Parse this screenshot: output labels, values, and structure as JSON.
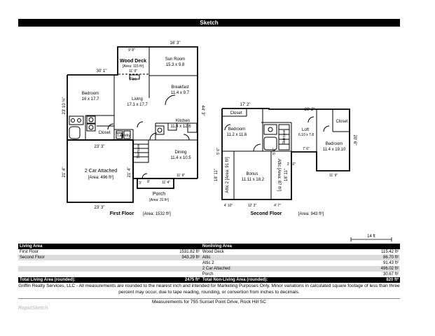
{
  "header": {
    "title": "Sketch"
  },
  "first_floor": {
    "label": "First Floor",
    "area": "[Area: 1532 ft²]",
    "rooms": {
      "wood_deck": {
        "name": "Wood Deck",
        "area": "[Area: 115 ft²]",
        "dim_top": "9' 8\"",
        "dim_bottom": "11' 9\""
      },
      "sun_room": {
        "name": "Sun Room",
        "size": "15.3 x 9.8"
      },
      "bedroom": {
        "name": "Bedroom",
        "size": "16 x 17.7"
      },
      "living": {
        "name": "Living",
        "size": "17.1 x 17.7"
      },
      "breakfast": {
        "name": "Breakfast",
        "size": "11.4 x 9.7"
      },
      "kitchen": {
        "name": "Kitchen",
        "size": "11.4 x 12.6"
      },
      "dining": {
        "name": "Dining",
        "size": "11.4 x 10.5"
      },
      "closet": {
        "name": "Closet"
      },
      "laundry": {
        "name": "Laundry"
      },
      "fire": {
        "name": "Fire"
      },
      "staircase": {
        "name": "Staircase"
      },
      "garage": {
        "name": "2 Car Attached",
        "area": "[Area: 496 ft²]"
      },
      "porch": {
        "name": "Porch",
        "area": "[Area: 31 ft²]"
      }
    },
    "dims": {
      "top": "16' 3\"",
      "left_top": "30' 1\"",
      "right": "44' 3\"",
      "left_side": "23' 10 ½\"",
      "garage_top": "23' 3\"",
      "garage_bottom": "23' 3\"",
      "garage_left": "21' 4\"",
      "garage_right": "21' 4\"",
      "dining_bottom": "11' 9\"",
      "porch_left": "3'",
      "porch_mid": "8'",
      "porch_right": "11' 4\""
    }
  },
  "second_floor": {
    "label": "Second Floor",
    "area": "[Area: 943 ft²]",
    "rooms": {
      "closet_left": {
        "name": "Closet"
      },
      "bedroom_left": {
        "name": "Bedroom",
        "size": "11.2 x 11.6"
      },
      "loft": {
        "name": "Loft",
        "size": "6.10 x 7.8"
      },
      "closet_right": {
        "name": "Closet"
      },
      "bedroom_right": {
        "name": "Bedroom",
        "size": "11.4 x 19.10"
      },
      "bonus": {
        "name": "Bonus",
        "size": "11.11 x 18.2"
      },
      "attic2": {
        "name": "Attic 2",
        "area": "[Area: 91 ft²]"
      },
      "attic": {
        "name": "Attic",
        "area": "[Area: 87 ft²]"
      },
      "staircase": {
        "name": "Staircase"
      }
    },
    "dims": {
      "top_left": "17' 2\"",
      "top_right": "29' 2\"",
      "right": "20' 6\"",
      "left": "18' 11\"",
      "mid": "18' 11\"",
      "bottom_a": "4' 10\"",
      "bottom_b": "12' 3\"",
      "bottom_c": "4' 7\"",
      "bottom_right": "11' 9\"",
      "loft_a": "7' 6\"",
      "loft_b": "3' 10\"",
      "small_a": "5' 6\"",
      "small_b": "5' 6\""
    }
  },
  "scale": {
    "label": "14 ft"
  },
  "table": {
    "living_header": "Living Area",
    "nonliving_header": "Nonliving Area",
    "rows": [
      {
        "l_name": "First Floor",
        "l_val": "1531.82 ft²",
        "n_name": "Wood Deck",
        "n_val": "115.42 ft²"
      },
      {
        "l_name": "Second Floor",
        "l_val": "943.29 ft²",
        "n_name": "Attic",
        "n_val": "86.70 ft²"
      },
      {
        "l_name": "",
        "l_val": "",
        "n_name": "Attic 2",
        "n_val": "91.43 ft²"
      },
      {
        "l_name": "",
        "l_val": "",
        "n_name": "2 Car Attached",
        "n_val": "496.02 ft²"
      },
      {
        "l_name": "",
        "l_val": "",
        "n_name": "Porch",
        "n_val": "30.67 ft²"
      }
    ],
    "total_living_label": "Total Living Area (rounded):",
    "total_living_value": "2475 ft²",
    "total_nonliving_label": "Total Non-Living Area (rounded):",
    "total_nonliving_value": "820 ft²"
  },
  "footer": {
    "disclaimer": "Griffin Realty Services, LLC - All measurements are rounded to the nearest inch and intended for Marketing Purposes Only.  Minor variations in calculated square footage of less than three percent may occur, due to tape reading, rounding, or convertion from inches to decimals.",
    "address": "Measurements for 755 Sunset Point Drive, Rock Hill SC",
    "logo": "RapidSketch"
  }
}
